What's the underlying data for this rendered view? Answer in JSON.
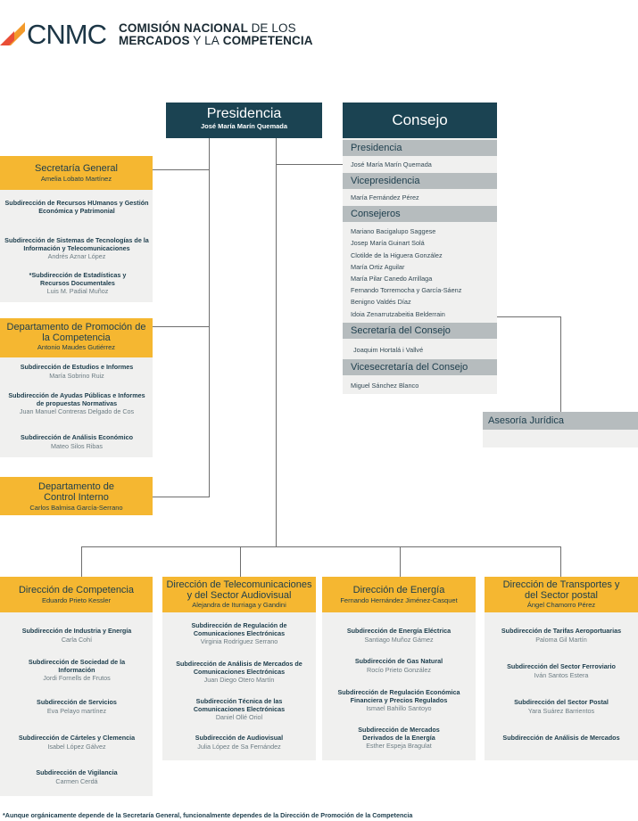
{
  "colors": {
    "orange": "#f5b731",
    "dark_blue": "#1b4352",
    "logo_red": "#e94e36",
    "logo_orange": "#f39a2b"
  },
  "logo": {
    "brand": "CNMC",
    "line1_bold": "COMISIÓN NACIONAL",
    "line1_light": "DE LOS",
    "line2_bold": "MERCADOS",
    "line2_light": "Y LA",
    "line2_bold2": "COMPETENCIA"
  },
  "presidencia": {
    "title": "Presidencia",
    "person": "José María Marín Quemada"
  },
  "consejo": {
    "title": "Consejo",
    "sections": [
      {
        "label": "Presidencia",
        "names": [
          "José María Marín Quemada"
        ]
      },
      {
        "label": "Vicepresidencia",
        "names": [
          "María Fernández Pérez"
        ]
      },
      {
        "label": "Consejeros",
        "names": [
          "Mariano Bacigalupo Saggese",
          "Josep María Guinart Solá",
          "Clotilde de la Higuera González",
          "María Ortiz Aguilar",
          "María Pilar Canedo Arrillaga",
          "Fernando Torremocha y García-Sáenz",
          "Benigno Valdés Díaz",
          "Idoia Zenarrutzabeitia Belderrain"
        ]
      },
      {
        "label": "Secretaría del Consejo",
        "names": [
          "Joaquim Hortalá i Vallvé"
        ]
      },
      {
        "label": "Vicesecretaría del Consejo",
        "names": [
          "Miguel Sánchez Blanco"
        ]
      }
    ]
  },
  "asesoria": {
    "title": "Asesoría Jurídica"
  },
  "secretaria": {
    "title": "Secretaría General",
    "person": "Amelia Lobato Martínez",
    "subs": [
      {
        "name": "Subdirección de Recursos HUmanos y Gestión Económica y Patrimonial",
        "person": ""
      },
      {
        "name": "Subdirección de Sistemas de Tecnologías de la Información y Telecomunicaciones",
        "person": "Andrés Aznar López"
      },
      {
        "name": "*Subdirección de Estadísticas y Recursos Documentales",
        "person": "Luis M. Padial Muñoz"
      }
    ]
  },
  "promocion": {
    "title": "Departamento de Promoción de la Competencia",
    "person": "Antonio Maudes Gutiérrez",
    "subs": [
      {
        "name": "Subdirección de Estudios e Informes",
        "person": "María Sobrino Ruiz"
      },
      {
        "name": "Subdirección de Ayudas Públicas e Informes de propuestas Normativas",
        "person": "Juan Manuel Contreras Delgado de Cos"
      },
      {
        "name": "Subdirección de Análisis Económico",
        "person": "Mateo Silos Ribas"
      }
    ]
  },
  "control": {
    "title": "Departamento de Control Interno",
    "person": "Carlos Balmisa García-Serrano"
  },
  "directions": [
    {
      "title": "Dirección de Competencia",
      "person": "Eduardo Prieto Kessler",
      "subs": [
        {
          "name": "Subdirección de Industria y Energía",
          "person": "Carla Cohí"
        },
        {
          "name": "Subdirección de Sociedad de la Información",
          "person": "Jordi Fornells de Frutos"
        },
        {
          "name": "Subdirección de Servicios",
          "person": "Eva Pelayo martínez"
        },
        {
          "name": "Subdirección de Cárteles y Clemencia",
          "person": "Isabel López Gálvez"
        },
        {
          "name": "Subdirección de Vigilancia",
          "person": "Carmen Cerdá"
        }
      ]
    },
    {
      "title": "Dirección de Telecomunicaciones y del Sector Audiovisual",
      "person": "Alejandra de Iturriaga y Gandini",
      "subs": [
        {
          "name": "Subdirección de Regulación de Comunicaciones Electrónicas",
          "person": "Virginia Rodríguez Serrano"
        },
        {
          "name": "Subdirección de Análisis de Mercados de Comunicaciones Electrónicas",
          "person": "Juan Diego Otero Martín"
        },
        {
          "name": "Subdirección Técnica de las Comunicaciones Electrónicas",
          "person": "Daniel Ollé Oriol"
        },
        {
          "name": "Subdirección de Audiovisual",
          "person": "Julia López de Sa Fernández"
        }
      ]
    },
    {
      "title": "Dirección de Energía",
      "person": "Fernando Hernández Jiménez-Casquet",
      "subs": [
        {
          "name": "Subdirección de Energía Eléctrica",
          "person": "Santiago Muñoz Gámez"
        },
        {
          "name": "Subdirección de Gas Natural",
          "person": "Rocío Prieto González"
        },
        {
          "name": "Subdirección de Regulación Económica Financiera y Precios Regulados",
          "person": "Ismael Bahillo Santoyo"
        },
        {
          "name": "Subdirección de Mercados Derivados de la Energía",
          "person": "Esther Espeja Bragulat"
        }
      ]
    },
    {
      "title": "Dirección de Transportes y del Sector postal",
      "person": "Ángel Chamorro Pérez",
      "subs": [
        {
          "name": "Subdirección de Tarifas Aeroportuarias",
          "person": "Paloma Gil Martín"
        },
        {
          "name": "Subdirección del Sector Ferroviario",
          "person": "Iván Santos Estera"
        },
        {
          "name": "Subdirección del Sector Postal",
          "person": "Yara Suárez Barrientos"
        },
        {
          "name": "Subdirección de Análisis de Mercados",
          "person": ""
        }
      ]
    }
  ],
  "footnote": "*Aunque orgánicamente depende de la Secretaría General, funcionalmente dependes  de la Dirección de Promoción de la Competencia"
}
